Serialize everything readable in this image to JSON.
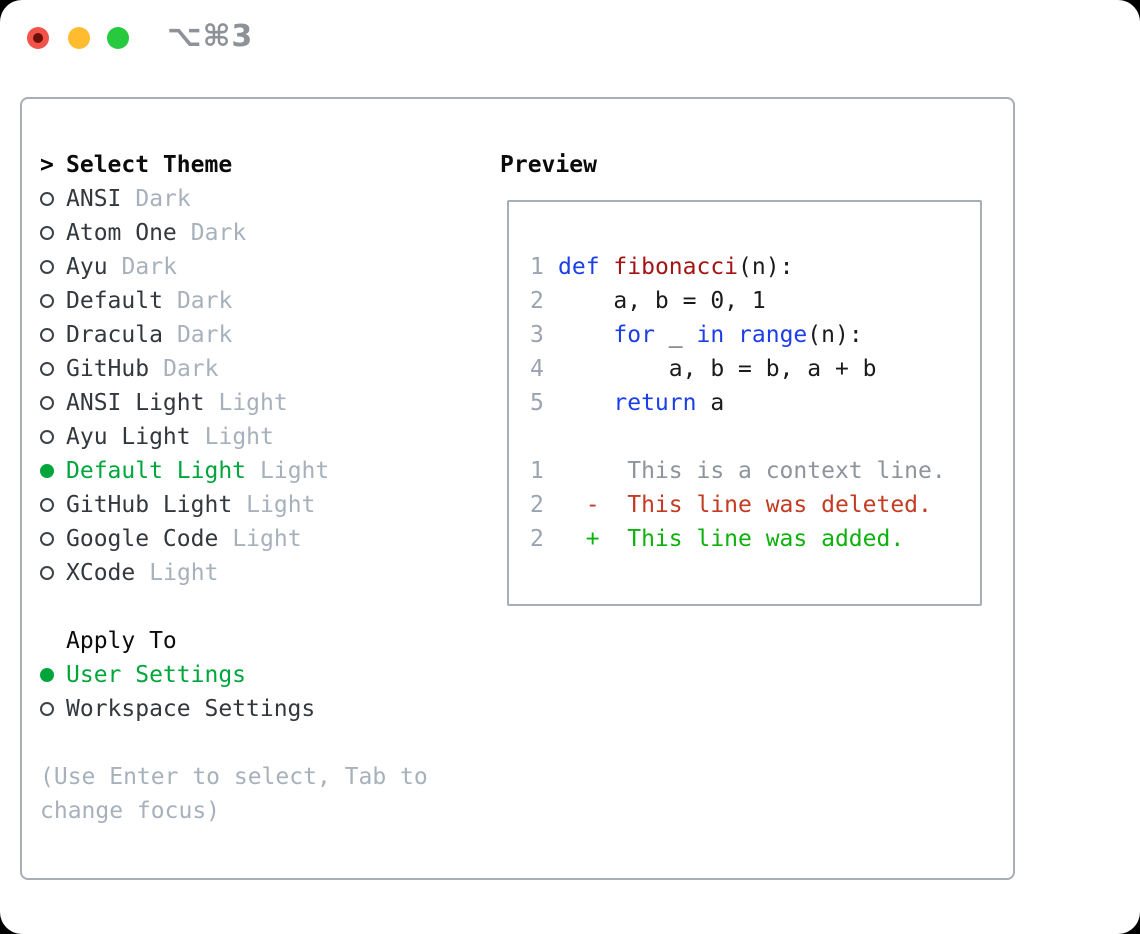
{
  "titlebar": {
    "shortcut": "⌥⌘3"
  },
  "colors": {
    "selected_green": "#00a63c",
    "added_green": "#0db20d",
    "deleted_red": "#c23b22",
    "keyword_blue": "#1c3ee8",
    "function_red": "#a31515",
    "muted_gray": "#a7b1bc",
    "line_number_gray": "#9aa4b0",
    "context_gray": "#8d949c",
    "text_dark": "#33383e",
    "heading_black": "#0b0b0b",
    "border_gray": "#a7aeb6",
    "code_black": "#1b1b1b",
    "traffic_red": "#f25349",
    "traffic_red_dot": "#6d1008",
    "traffic_yellow": "#febc2e",
    "traffic_green": "#27c93f",
    "shortcut_gray": "#8d9298"
  },
  "theme_list": {
    "header": {
      "prompt": ">",
      "label": "Select Theme"
    },
    "items": [
      {
        "name": "ANSI",
        "variant": "Dark",
        "selected": false
      },
      {
        "name": "Atom One",
        "variant": "Dark",
        "selected": false
      },
      {
        "name": "Ayu",
        "variant": "Dark",
        "selected": false
      },
      {
        "name": "Default",
        "variant": "Dark",
        "selected": false
      },
      {
        "name": "Dracula",
        "variant": "Dark",
        "selected": false
      },
      {
        "name": "GitHub",
        "variant": "Dark",
        "selected": false
      },
      {
        "name": "ANSI Light",
        "variant": "Light",
        "selected": false
      },
      {
        "name": "Ayu Light",
        "variant": "Light",
        "selected": false
      },
      {
        "name": "Default Light",
        "variant": "Light",
        "selected": true
      },
      {
        "name": "GitHub Light",
        "variant": "Light",
        "selected": false
      },
      {
        "name": "Google Code",
        "variant": "Light",
        "selected": false
      },
      {
        "name": "XCode",
        "variant": "Light",
        "selected": false
      }
    ]
  },
  "apply_to": {
    "label": "Apply To",
    "options": [
      {
        "name": "User Settings",
        "selected": true
      },
      {
        "name": "Workspace Settings",
        "selected": false
      }
    ]
  },
  "help": {
    "lines": [
      "(Use Enter to select, Tab to",
      "change focus)"
    ]
  },
  "preview": {
    "title": "Preview",
    "lines": [
      {
        "num": "1",
        "tokens": [
          [
            "kw",
            "def"
          ],
          [
            "pl",
            " "
          ],
          [
            "fn",
            "fibonacci"
          ],
          [
            "pl",
            "(n):"
          ]
        ]
      },
      {
        "num": "2",
        "tokens": [
          [
            "pl",
            "    a, b = 0, 1"
          ]
        ]
      },
      {
        "num": "3",
        "tokens": [
          [
            "pl",
            "    "
          ],
          [
            "kw",
            "for"
          ],
          [
            "pl",
            " _ "
          ],
          [
            "kw",
            "in"
          ],
          [
            "pl",
            " "
          ],
          [
            "kw",
            "range"
          ],
          [
            "pl",
            "(n):"
          ]
        ]
      },
      {
        "num": "4",
        "tokens": [
          [
            "pl",
            "        a, b = b, a + b"
          ]
        ]
      },
      {
        "num": "5",
        "tokens": [
          [
            "pl",
            "    "
          ],
          [
            "kw",
            "return"
          ],
          [
            "pl",
            " a"
          ]
        ]
      },
      {
        "blank": true
      },
      {
        "num": "1",
        "tokens": [
          [
            "ctx",
            "     This is a context line."
          ]
        ]
      },
      {
        "num": "2",
        "tokens": [
          [
            "del",
            "  -  This line was deleted."
          ]
        ]
      },
      {
        "num": "2",
        "tokens": [
          [
            "add",
            "  +  This line was added."
          ]
        ]
      }
    ]
  }
}
